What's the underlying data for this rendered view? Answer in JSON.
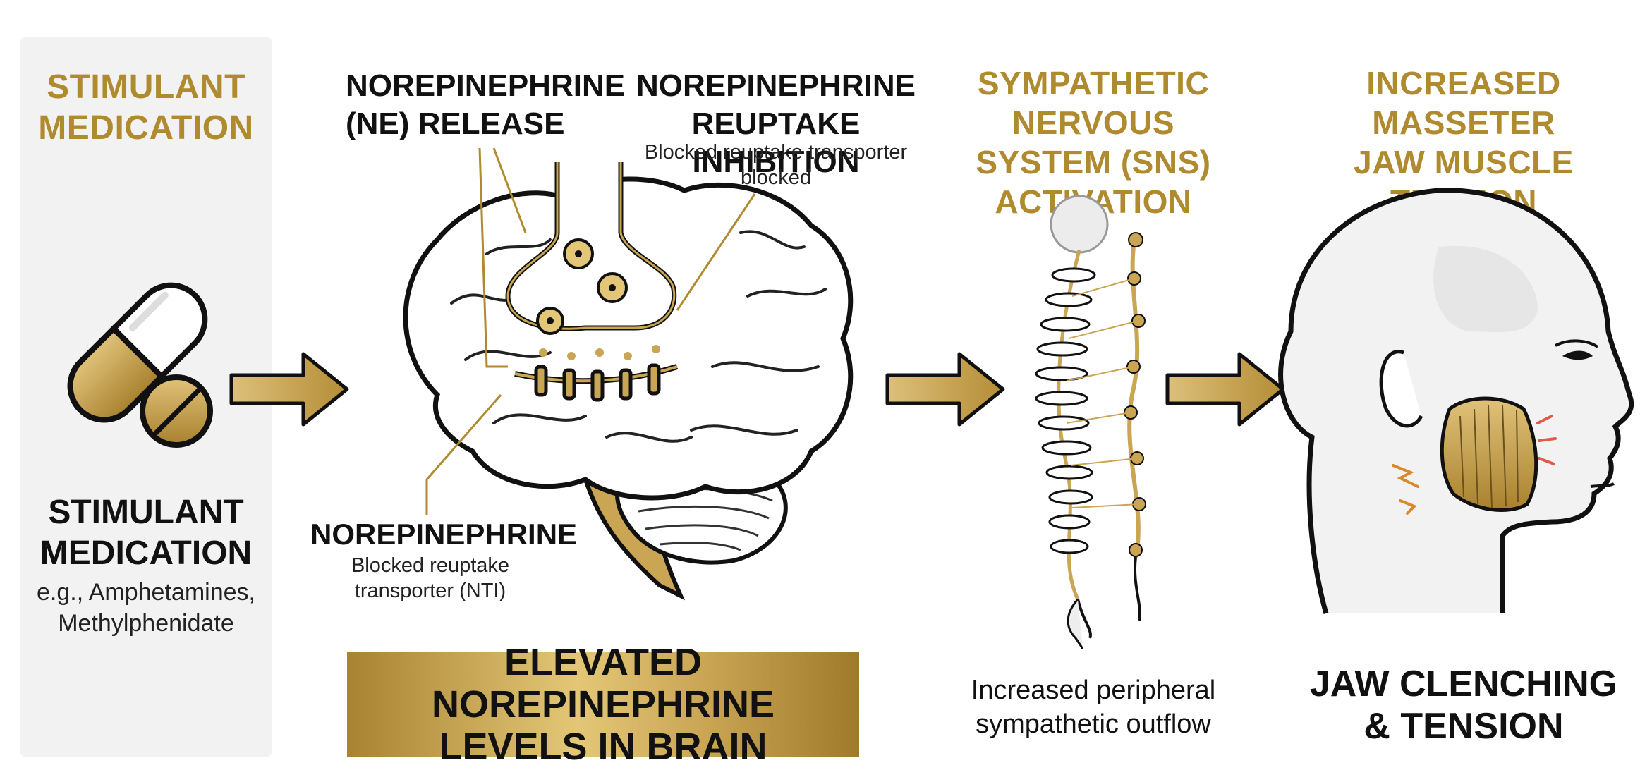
{
  "colors": {
    "gold": "#b08a2e",
    "gold_fill": "#c9a554",
    "panel_bg": "#f2f2f2",
    "text": "#111111"
  },
  "step1": {
    "title": "STIMULANT MEDICATION",
    "label": "STIMULANT MEDICATION",
    "examples_line1": "e.g., Amphetamines,",
    "examples_line2": "Methylphenidate",
    "icon": "capsule-pill-icon"
  },
  "step2": {
    "release_title_line1": "NOREPINEPHRINE",
    "release_title_line2": "(NE) RELEASE",
    "reuptake_title_line1": "NOREPINEPHRINE",
    "reuptake_title_line2": "REUPTAKE INHIBITION",
    "reuptake_note_line1": "Blocked reuptake transporter",
    "reuptake_note_line2": "blocked",
    "ne_title": "NOREPINEPHRINE",
    "ne_note_line1": "Blocked reuptake",
    "ne_note_line2": "transporter (NTI)",
    "banner_line1": "ELEVATED NOREPINEPHRINE",
    "banner_line2": "LEVELS IN BRAIN",
    "icon": "brain-synapse-icon"
  },
  "step3": {
    "title_line1": "SYMPATHETIC NERVOUS",
    "title_line2": "SYSTEM (SNS)",
    "title_line3": "ACTIVATION",
    "caption_line1": "Increased peripheral",
    "caption_line2": "sympathetic outflow",
    "icon": "spine-nerve-icon"
  },
  "step4": {
    "title_line1": "INCREASED MASSETER",
    "title_line2": "JAW MUSCLE TENSION",
    "caption_line1": "JAW CLENCHING",
    "caption_line2": "& TENSION",
    "icon": "head-jaw-muscle-icon"
  }
}
